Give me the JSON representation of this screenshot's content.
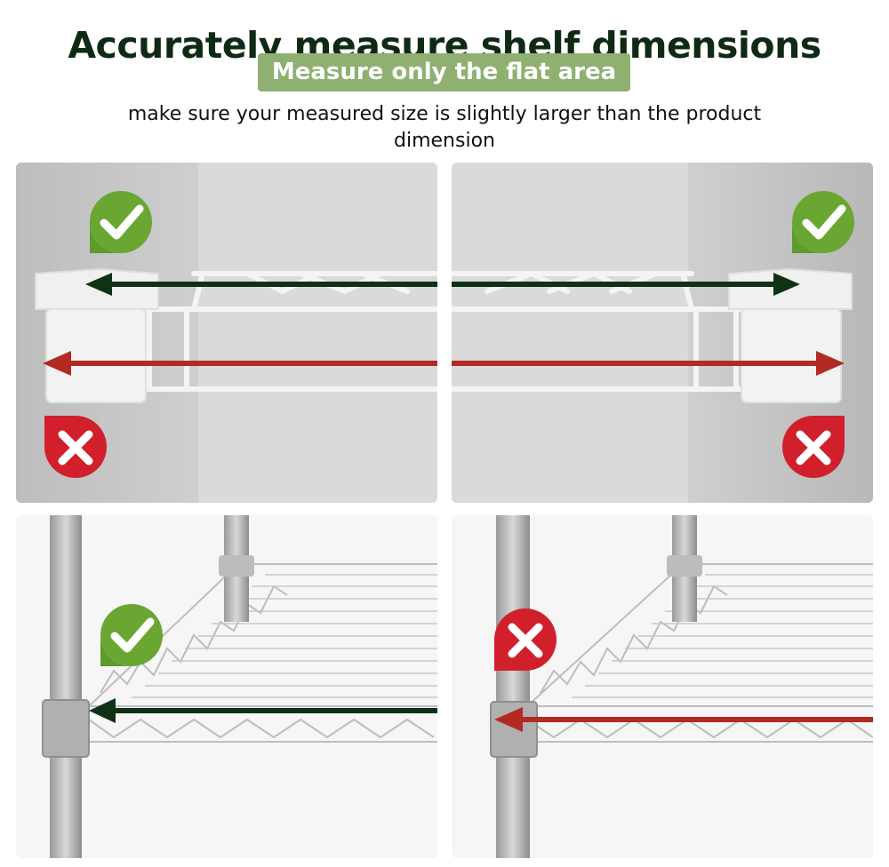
{
  "header": {
    "title": "Accurately measure shelf dimensions",
    "badge": "Measure only the flat area",
    "note": "make sure your measured size is slightly larger than the product dimension"
  },
  "panels": [
    {
      "id": "top-left",
      "marks": [
        {
          "icon": "check-icon",
          "status": "correct"
        },
        {
          "icon": "cross-icon",
          "status": "incorrect"
        }
      ]
    },
    {
      "id": "top-right",
      "marks": [
        {
          "icon": "check-icon",
          "status": "correct"
        },
        {
          "icon": "cross-icon",
          "status": "incorrect"
        }
      ]
    },
    {
      "id": "bottom-left",
      "marks": [
        {
          "icon": "check-icon",
          "status": "correct"
        }
      ]
    },
    {
      "id": "bottom-right",
      "marks": [
        {
          "icon": "cross-icon",
          "status": "incorrect"
        }
      ]
    }
  ],
  "colors": {
    "correct": "#5e9a2c",
    "incorrect": "#d21f2c",
    "correct_arrow": "#0f3214",
    "incorrect_arrow": "#b22a22",
    "badge_bg": "#8fb071",
    "title": "#0f2a14"
  }
}
